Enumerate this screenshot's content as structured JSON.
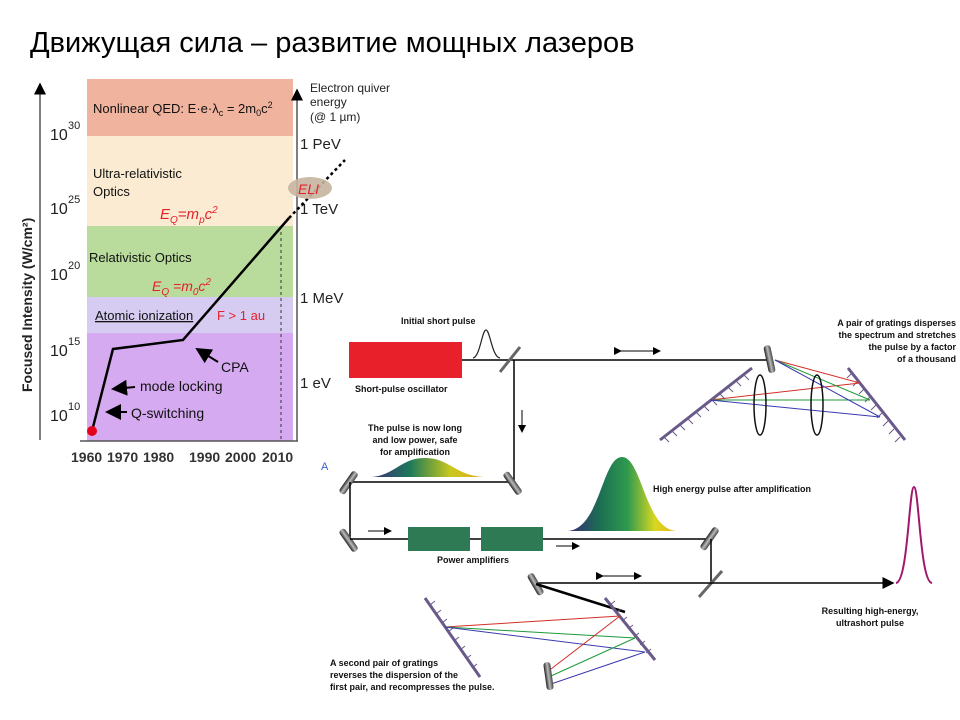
{
  "title": "Движущая сила – развитие мощных лазеров",
  "intensity_chart": {
    "ylabel": "Focused Intensity (W/cm²)",
    "ytick_base": "10",
    "yticks": [
      {
        "exp": "10"
      },
      {
        "exp": "15"
      },
      {
        "exp": "20"
      },
      {
        "exp": "25"
      },
      {
        "exp": "30"
      }
    ],
    "xticks": [
      "1960",
      "1970",
      "1980",
      "1990",
      "2000",
      "2010"
    ],
    "right_axis_title": [
      "Electron quiver",
      "energy",
      "(@ 1 µm)"
    ],
    "right_ticks": [
      "1 PeV",
      "1 TeV",
      "1 MeV",
      "1 eV"
    ],
    "regions": [
      {
        "label": "Nonlinear QED: E·e·λc = 2m0c2",
        "color": "#f0b49e"
      },
      {
        "label_lines": [
          "Ultra-relativistic",
          "Optics"
        ],
        "formula": "EQ=mpc2",
        "color": "#faebd2"
      },
      {
        "label": "Relativistic Optics",
        "formula": "EQ =m0c2",
        "color": "#b9dc9c"
      },
      {
        "label": "Atomic ionization",
        "extra": "F > 1 au",
        "color": "#d6ccf2"
      },
      {
        "color": "#d6aaf0"
      }
    ],
    "annotations": {
      "cpa": "CPA",
      "mode_locking": "mode locking",
      "q_switching": "Q-switching",
      "eli": "ELI",
      "stray": "A"
    },
    "colors": {
      "curve": "#000000",
      "start_dot": "#e6001e",
      "formula_red": "#e6202a",
      "eli_oval": "#c8b4a0"
    }
  },
  "cpa_diagram": {
    "labels": {
      "initial_pulse": "Initial short pulse",
      "oscillator": "Short-pulse oscillator",
      "gratings1": [
        "A pair of gratings disperses",
        "the spectrum and stretches",
        "the pulse by a factor",
        "of a thousand"
      ],
      "long_pulse": [
        "The pulse is now long",
        "and low power, safe",
        "for amplification"
      ],
      "high_energy": "High energy pulse after amplification",
      "amplifiers": "Power amplifiers",
      "result": [
        "Resulting high-energy,",
        "ultrashort pulse"
      ],
      "gratings2": [
        "A second pair of gratings",
        "reverses the dispersion of the",
        "first pair, and recompresses the pulse."
      ]
    },
    "colors": {
      "oscillator": "#e8202a",
      "amplifier": "#2e7a55",
      "output_pulse": "#a0186e"
    }
  }
}
